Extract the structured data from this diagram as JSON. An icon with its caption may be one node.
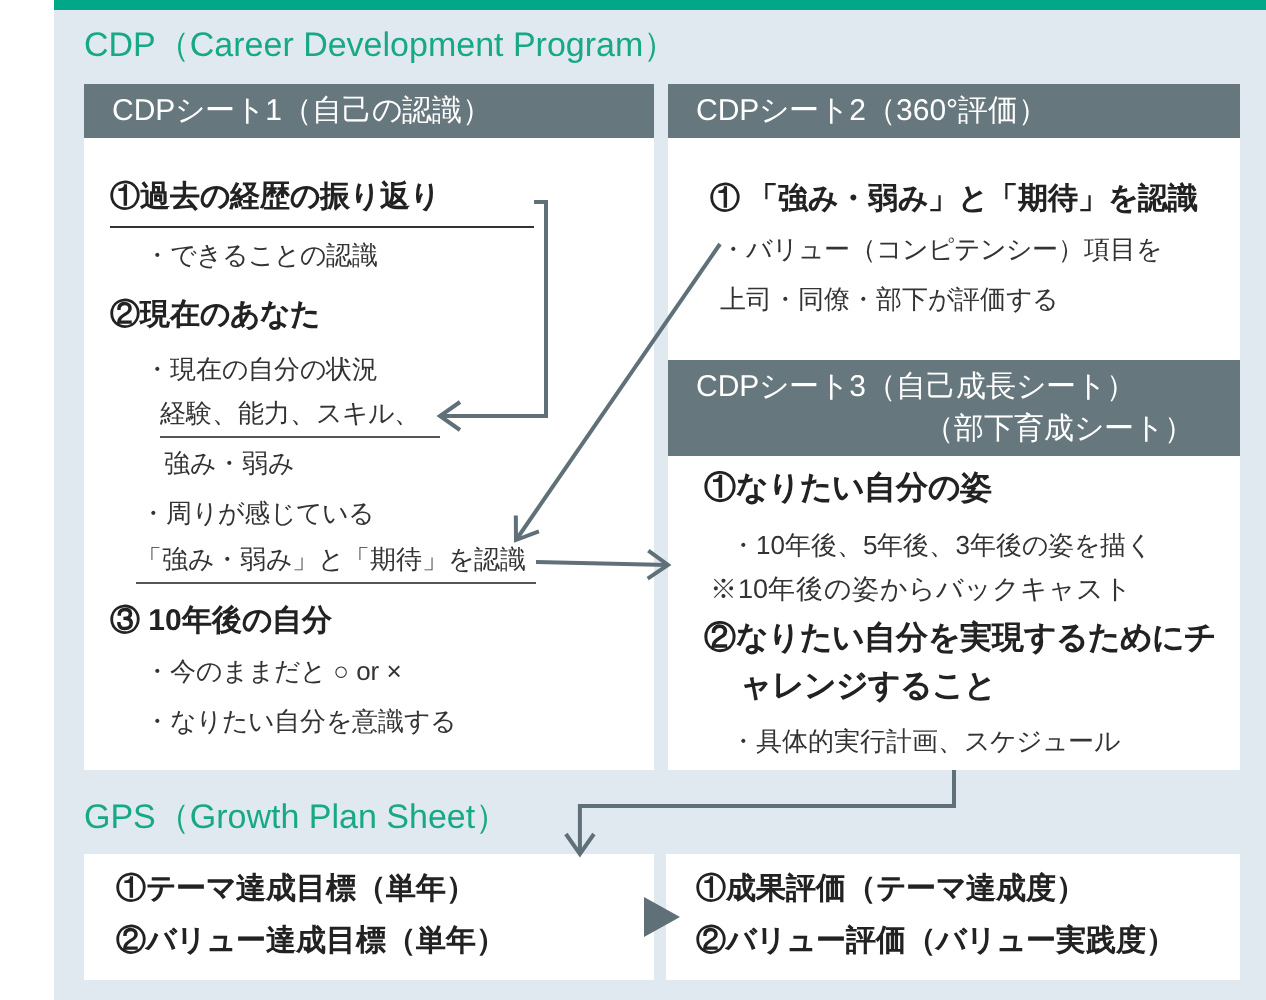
{
  "diagram": {
    "nodes": [
      {
        "text": [
          "CDPシート1（自己の認識）",
          "・できることの認識",
          "②現在のあなた",
          "・現在の自分の状況",
          "強み・弱み",
          "・周りが感じている",
          "③ 10年後の自分",
          "・今のままだと ○ or ×",
          "・なりたい自分を意識する"
        ]
      },
      {
        "text": [
          "①過去の経歴の振り返り"
        ],
        "in": 0
      },
      {
        "text": [
          "経験、能力、スキル、"
        ],
        "in": 0
      },
      {
        "text": [
          "「強み・弱み」と「期待」を認識"
        ],
        "in": 0
      },
      {
        "text": [
          "CDPシート2（360°評価）",
          "① 「強み・弱み」と「期待」を認識"
        ]
      },
      {
        "text": [
          "・バリュー（コンピテンシー）項目を上司・同僚・部下が評価する"
        ],
        "in": 4
      },
      {
        "text": [
          "CDPシート3（自己成長シート）",
          "（部下育成シート）",
          "①なりたい自分の姿",
          "・10年後、5年後、3年後の姿を描く",
          "※10年後の姿からバックキャスト",
          "②なりたい自分を実現するためにチャレンジすること",
          "・具体的実行計画、スケジュール"
        ]
      },
      {
        "text": [
          "①テーマ達成目標（単年）",
          "②バリュー達成目標（単年）"
        ]
      },
      {
        "text": [
          "①成果評価（テーマ達成度）",
          "②バリュー評価（バリュー実践度）"
        ]
      }
    ],
    "edges": [
      {
        "from": 1,
        "to": 2,
        "arrow": "to"
      },
      {
        "from": 5,
        "to": 3,
        "arrow": "to"
      },
      {
        "from": 3,
        "to": 6,
        "arrow": "to"
      },
      {
        "from": 6,
        "to": 7,
        "arrow": "to"
      },
      {
        "from": 7,
        "to": 8,
        "arrow": "to"
      }
    ],
    "labels": [
      "CDP（Career Development Program）",
      "GPS（Growth Plan Sheet）"
    ]
  }
}
